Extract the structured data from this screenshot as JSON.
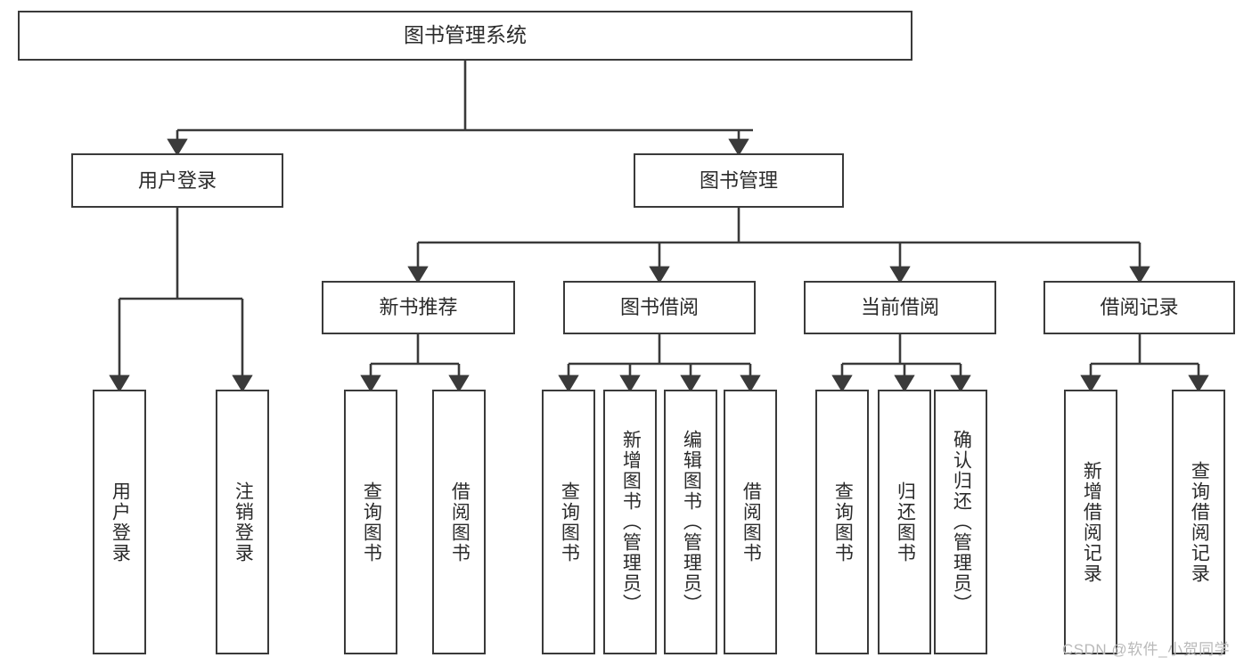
{
  "diagram": {
    "title": "图书管理系统",
    "type": "tree-hierarchy-chart",
    "root": {
      "label": "图书管理系统"
    },
    "level2": [
      {
        "label": "用户登录"
      },
      {
        "label": "图书管理"
      }
    ],
    "level3": [
      {
        "label": "新书推荐"
      },
      {
        "label": "图书借阅"
      },
      {
        "label": "当前借阅"
      },
      {
        "label": "借阅记录"
      }
    ],
    "leaves": {
      "user_login": [
        {
          "label": "用户登录"
        },
        {
          "label": "注销登录"
        }
      ],
      "new_book_recommend": [
        {
          "label": "查询图书"
        },
        {
          "label": "借阅图书"
        }
      ],
      "book_borrow": [
        {
          "label": "查询图书"
        },
        {
          "label": "新增图书（管理员）"
        },
        {
          "label": "编辑图书（管理员）"
        },
        {
          "label": "借阅图书"
        }
      ],
      "current_borrow": [
        {
          "label": "查询图书"
        },
        {
          "label": "归还图书"
        },
        {
          "label": "确认归还（管理员）"
        }
      ],
      "borrow_record": [
        {
          "label": "新增借阅记录"
        },
        {
          "label": "查询借阅记录"
        }
      ]
    }
  },
  "watermark": {
    "text": "CSDN @软件_小贺同学"
  },
  "colors": {
    "box_border": "#3a3a3a",
    "box_fill": "#ffffff",
    "edge": "#3a3a3a",
    "text": "#2b2b2b",
    "watermark": "#b9b9b9"
  }
}
